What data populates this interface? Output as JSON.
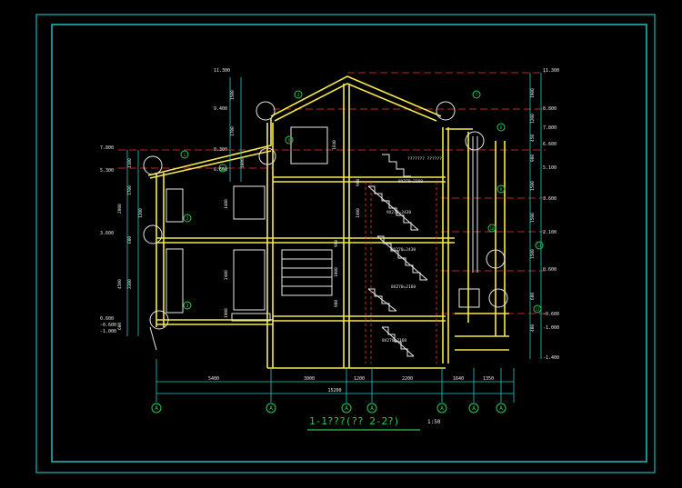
{
  "colors": {
    "background": "#000000",
    "frame": "#1fb5b5",
    "wall": "#f5e94a",
    "line": "#e8e8e8",
    "dim": "#25c9c9",
    "annot": "#22cc55",
    "hatch": "#ff3333",
    "title": "#22cc55"
  },
  "title": {
    "main": "1-1???(?? 2-2?)",
    "scale": "1:50"
  },
  "axes": {
    "letters": [
      "A",
      "A",
      "A",
      "A",
      "A",
      "A",
      "A"
    ]
  },
  "bottom_dims": {
    "segments": [
      "5400",
      "3000",
      "1200",
      "2200",
      "1640",
      "1350"
    ],
    "total": "15200"
  },
  "left_levels": [
    "7.800",
    "5.300",
    "3.600",
    "0.600",
    "-0.600",
    "-1.000"
  ],
  "right_levels": [
    "11.300",
    "8.800",
    "7.800",
    "6.600",
    "5.100",
    "3.600",
    "2.100",
    "0.600",
    "-0.600",
    "-1.000",
    "-1.400"
  ],
  "mid_levels": [
    "11.300",
    "9.400",
    "8.300",
    "6.600"
  ],
  "vertical_dims": {
    "left": [
      "1100",
      "1700",
      "2800",
      "1200",
      "600",
      "3300",
      "4500",
      "600"
    ],
    "right": [
      "1900",
      "1200",
      "450",
      "900",
      "1500",
      "1500",
      "1500",
      "600",
      "400"
    ],
    "mid_a": [
      "1500",
      "1700",
      "1000",
      "1400",
      "2400",
      "1900"
    ],
    "mid_b": [
      "1640",
      "900",
      "1400",
      "900",
      "1800",
      "900"
    ]
  },
  "stair_labels": [
    "8X270=2160",
    "9X270=2430",
    "9X270=2430",
    "8X270=2160",
    "8X270=2160"
  ],
  "note_label": "??????? ??????",
  "detail_refs": [
    "1",
    "2",
    "3",
    "4",
    "5",
    "6",
    "7",
    "8",
    "9",
    "10",
    "11",
    "12"
  ]
}
